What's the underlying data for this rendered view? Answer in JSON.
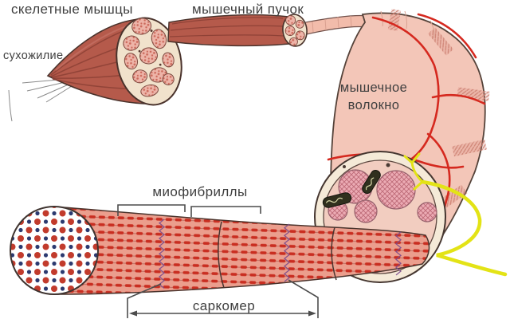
{
  "diagram": {
    "labels": {
      "skeletal_muscles": "скелетные мышцы",
      "muscle_bundle": "мышечный пучок",
      "tendon": "сухожилие",
      "muscle_fiber_line1": "мышечное",
      "muscle_fiber_line2": "волокно",
      "myofibrils": "миофибриллы",
      "sarcomere": "саркомер"
    },
    "colors": {
      "label_text": "#3f3f3f",
      "annotation": "#4c4c4c",
      "muscle_body": "#b55a4b",
      "muscle_streak": "#8f4237",
      "muscle_outline": "#4a332c",
      "cross_section_bg": "#f1e2cc",
      "fascicle_pink": "#edb4a8",
      "fascicle_speckle": "#cc6a5c",
      "fiber_tube": "#f3c6b8",
      "vessel_red": "#d5291f",
      "nerve_yellow": "#e3e316",
      "myofibril_cylinder": "#eb9e8d",
      "striation_dash_red": "#c92e21",
      "z_line_purple": "#7b4a8c",
      "filament_dot_red": "#c23b2c",
      "filament_dot_blue": "#2c3a70",
      "mitochondria_dark": "#30301e",
      "myofibril_hatch_pink": "#ecabb4"
    }
  }
}
